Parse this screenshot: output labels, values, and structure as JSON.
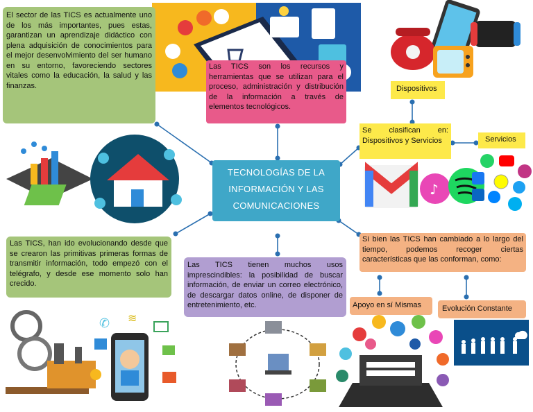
{
  "central": "TECNOLOGÍAS DE LA INFORMACIÓN Y LAS COMUNICACIONES",
  "nodes": {
    "sector": "El sector de las TICS es actualmente uno de los más importantes, pues estas, garantizan un aprendizaje didáctico con plena adquisición de conocimientos para el mejor desenvolvimiento del ser humano en su entorno, favoreciendo sectores vitales como la educación, la salud y las finanzas.",
    "definition": "Las TICS son los recursos y herramientas que se utilizan para el proceso, administración y distribución de la información a través de elementos tecnológicos.",
    "classify": "Se clasifican en: Dispositivos y Servicios",
    "devices": "Dispositivos",
    "services": "Servicios",
    "history": "Las TICS, han ido evolucionando desde que se crearon las primitivas primeras formas de transmitir información, todo empezó con el telégrafo, y desde ese momento solo han crecido.",
    "uses": "Las TICS tienen muchos usos imprescindibles: la posibilidad de buscar información, de enviar un correo electrónico, de descargar datos online, de disponer de entretenimiento, etc.",
    "changes": "Si bien las TICS han cambiado a lo largo del tiempo, podemos recoger ciertas características que las conforman, como:",
    "support": "Apoyo en sí Mismas",
    "evolution": "Evolución Constante"
  },
  "colors": {
    "green": "#a5c57a",
    "pink": "#e85a8a",
    "purple": "#b19ed1",
    "orange": "#f4b283",
    "yellow": "#fde94a",
    "center": "#3fa7c8",
    "connector": "#2a6fb0"
  }
}
